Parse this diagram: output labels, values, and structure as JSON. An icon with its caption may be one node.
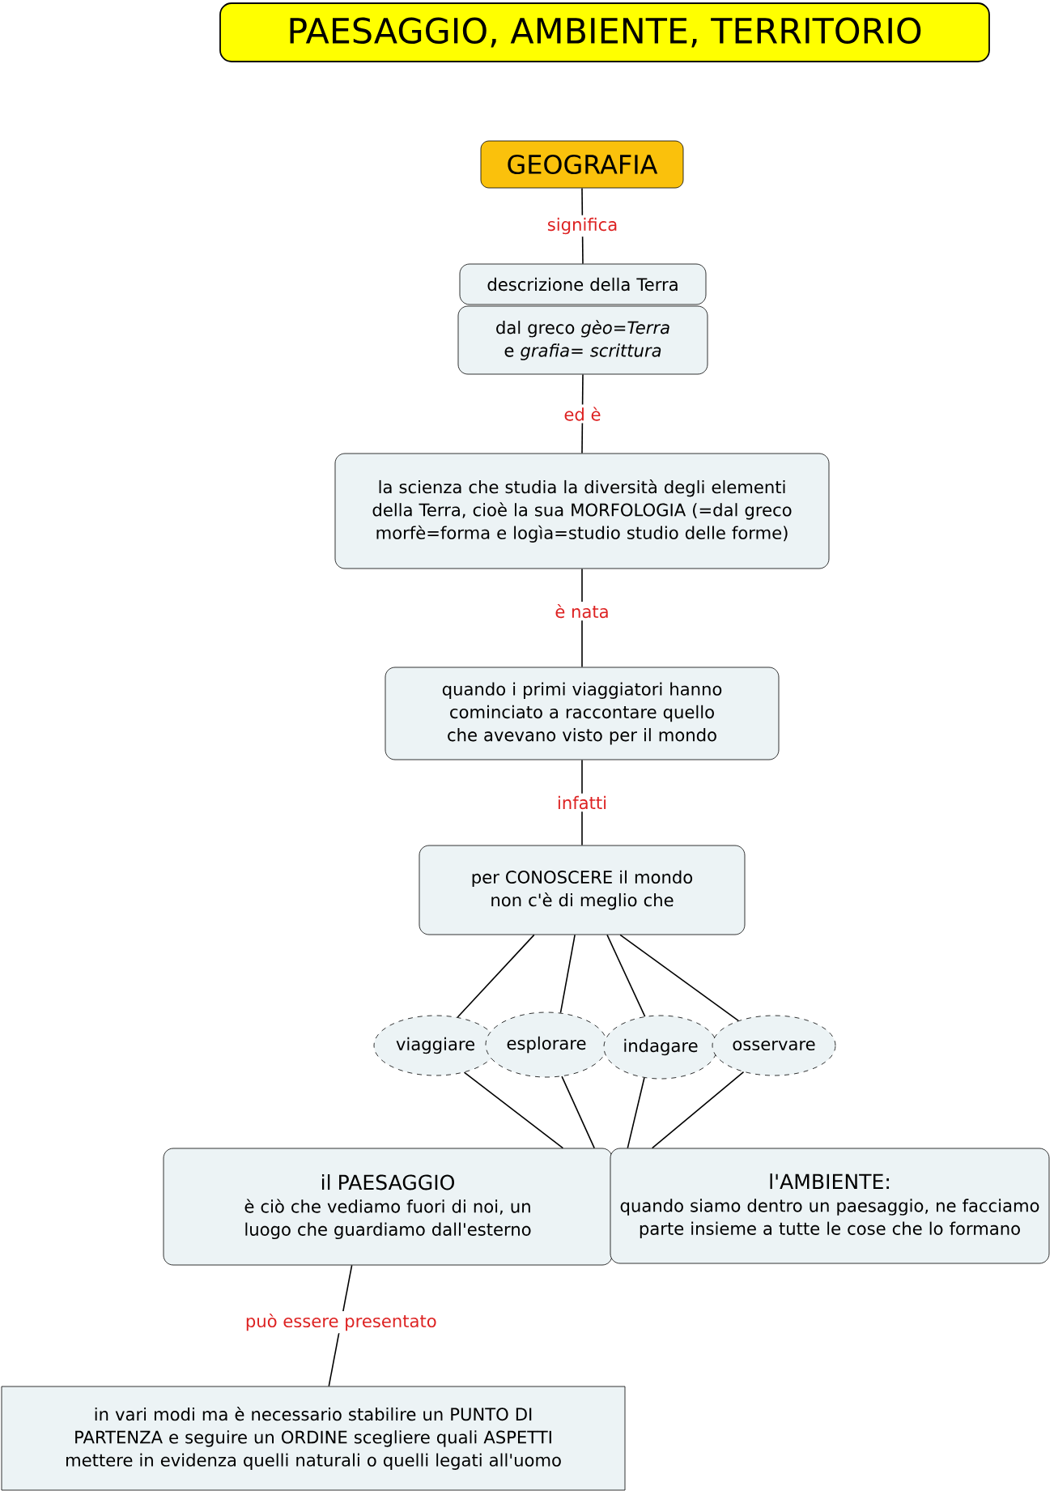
{
  "diagram": {
    "title": "PAESAGGIO, AMBIENTE, TERRITORIO",
    "nodes": [
      {
        "text": [
          "GEOGRAFIA"
        ]
      },
      {
        "text": [
          "descrizione della Terra"
        ]
      },
      {
        "text": [
          "dal greco *gèo=Terra* e *grafia= scrittura*"
        ]
      },
      {
        "text": [
          "la scienza che studia la diversità degli elementi della Terra, cioè la sua MORFOLOGIA (=dal greco morfè=forma e logìa=studio studio delle forme)"
        ]
      },
      {
        "text": [
          "quando i primi viaggiatori hanno cominciato a raccontare quello che avevano visto per il mondo"
        ]
      },
      {
        "text": [
          "per CONOSCERE il mondo non c'è di meglio che"
        ]
      },
      {
        "text": [
          "viaggiare"
        ]
      },
      {
        "text": [
          "esplorare"
        ]
      },
      {
        "text": [
          "indagare"
        ]
      },
      {
        "text": [
          "osservare"
        ]
      },
      {
        "text": [
          "il PAESAGGIO",
          "è ciò che vediamo fuori di noi, un luogo che guardiamo dall'esterno"
        ]
      },
      {
        "text": [
          "l'AMBIENTE:",
          "quando siamo dentro un paesaggio, ne facciamo parte insieme a tutte le cose che lo formano"
        ]
      },
      {
        "text": [
          "in vari modi ma è necessario stabilire un PUNTO DI PARTENZA e seguire un ORDINE scegliere quali ASPETTI mettere in evidenza quelli naturali o quelli legati all'uomo"
        ]
      }
    ],
    "edges": [
      {
        "from": 0,
        "to": 1,
        "arrow": "none",
        "label": "significa"
      },
      {
        "from": 2,
        "to": 3,
        "arrow": "none",
        "label": "ed è"
      },
      {
        "from": 3,
        "to": 4,
        "arrow": "none",
        "label": "è nata"
      },
      {
        "from": 4,
        "to": 5,
        "arrow": "none",
        "label": "infatti"
      },
      {
        "from": 5,
        "to": 6,
        "arrow": "none"
      },
      {
        "from": 5,
        "to": 7,
        "arrow": "none"
      },
      {
        "from": 5,
        "to": 8,
        "arrow": "none"
      },
      {
        "from": 5,
        "to": 9,
        "arrow": "none"
      },
      {
        "from": 6,
        "to": 10,
        "arrow": "none"
      },
      {
        "from": 7,
        "to": 10,
        "arrow": "none"
      },
      {
        "from": 8,
        "to": 11,
        "arrow": "none"
      },
      {
        "from": 9,
        "to": 11,
        "arrow": "none"
      },
      {
        "from": 10,
        "to": 12,
        "arrow": "none",
        "label": "può essere presentato"
      }
    ]
  }
}
